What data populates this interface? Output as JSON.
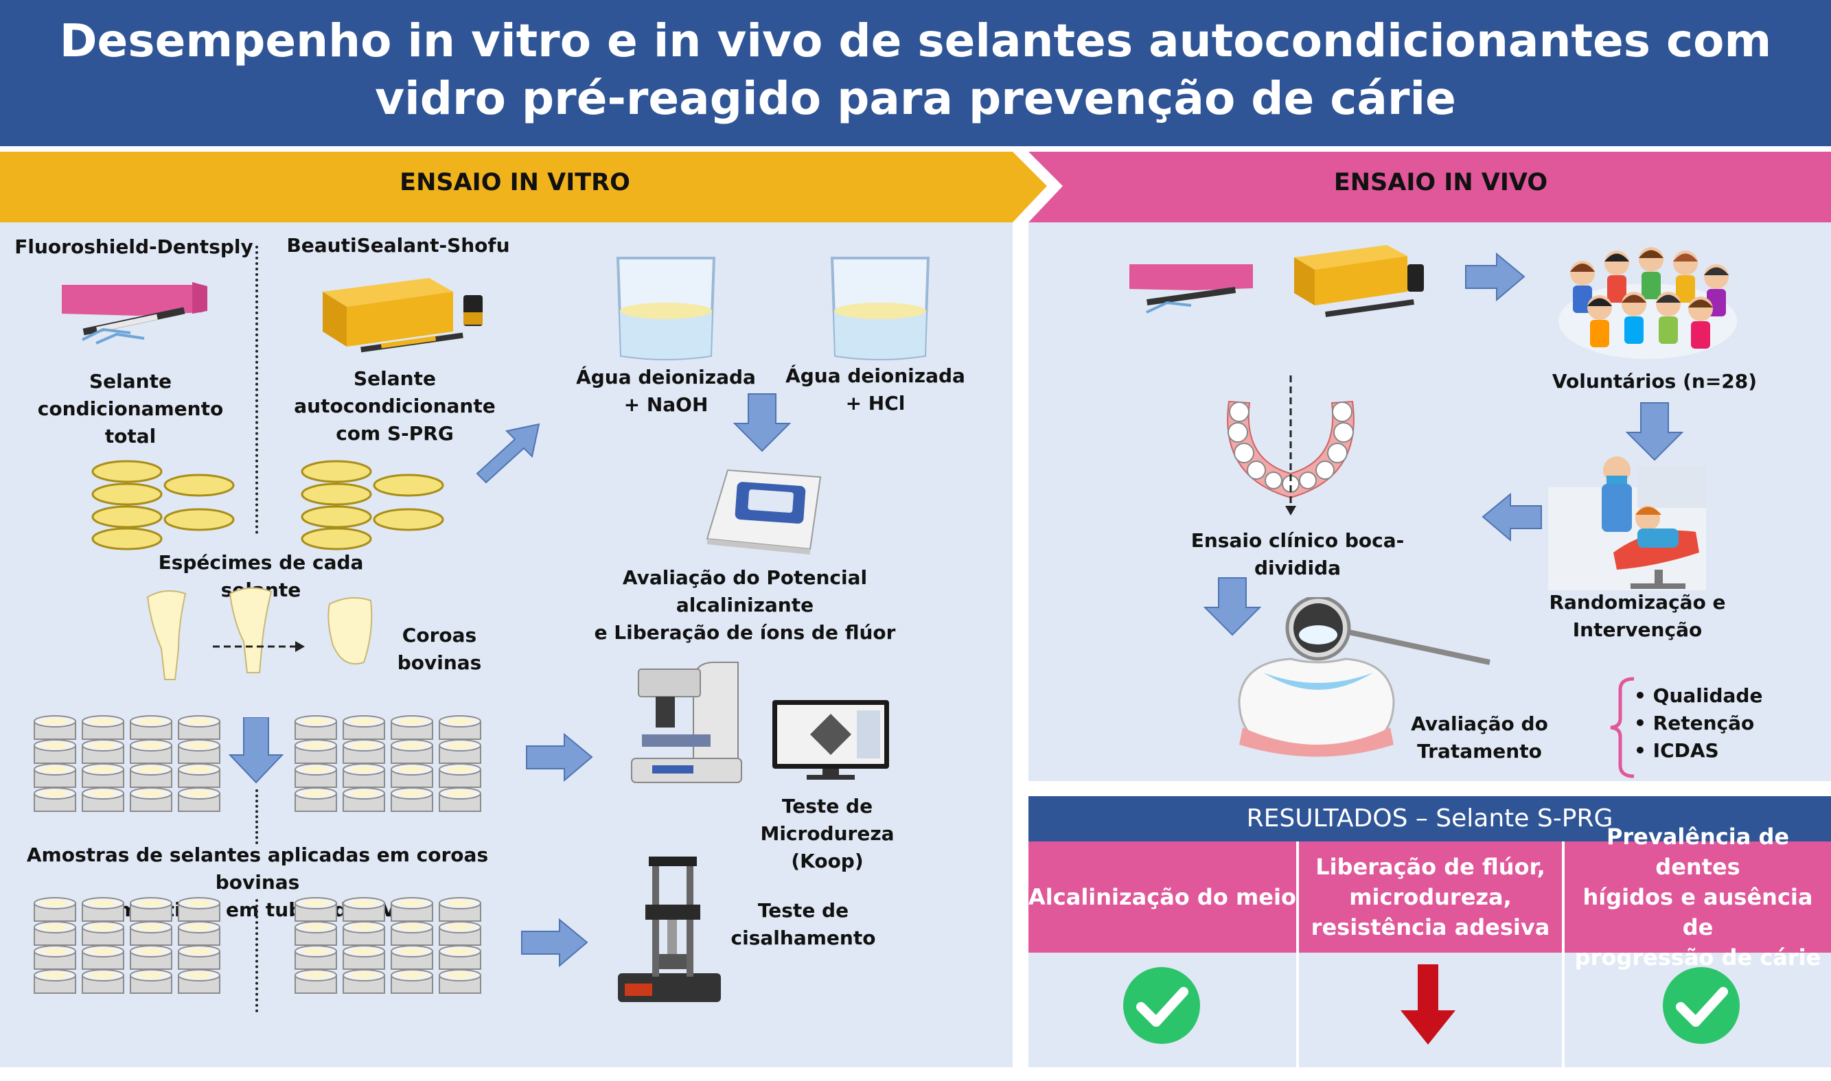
{
  "title": {
    "line1": "Desempenho in vitro e in vivo de selantes autocondicionantes com",
    "line2": "vidro pré-reagido para prevenção de cárie"
  },
  "invitro": {
    "heading": "ENSAIO IN VITRO",
    "product1": "Fluoroshield-Dentsply",
    "product2": "BeautiSealant-Shofu",
    "sealant1": [
      "Selante",
      "condicionamento total"
    ],
    "sealant2": [
      "Selante",
      "autocondicionante",
      "com S-PRG"
    ],
    "specimens": "Espécimes de cada selante",
    "crowns": [
      "Coroas",
      "bovinas"
    ],
    "samples": [
      "Amostras de selantes aplicadas em coroas bovinas",
      "embutidas em tubos de PVC"
    ],
    "beaker1": [
      "Água deionizada",
      "+ NaOH"
    ],
    "beaker2": [
      "Água deionizada",
      "+ HCl"
    ],
    "evaluation": [
      "Avaliação do Potencial alcalinizante",
      "e Liberação de íons de flúor"
    ],
    "microhardness": [
      "Teste de Microdureza",
      "(Koop)"
    ],
    "shear": [
      "Teste de",
      "cisalhamento"
    ]
  },
  "invivo": {
    "heading": "ENSAIO IN VIVO",
    "volunteers": "Voluntários (n=28)",
    "splitmouth": "Ensaio clínico boca-dividida",
    "randomization": [
      "Randomização e",
      "Intervenção"
    ],
    "treatment": "Avaliação do Tratamento",
    "criteria": [
      "Qualidade",
      "Retenção",
      "ICDAS"
    ]
  },
  "results": {
    "heading": "RESULTADOS – Selante S-PRG",
    "columns": [
      {
        "label": [
          "Alcalinização do meio"
        ],
        "outcome": "check"
      },
      {
        "label": [
          "Liberação de flúor,",
          "microdureza,",
          "resistência adesiva"
        ],
        "outcome": "down"
      },
      {
        "label": [
          "Prevalência de dentes",
          "hígidos e ausência de",
          "progressão de cárie"
        ],
        "outcome": "check"
      }
    ]
  },
  "colors": {
    "title_bg": "#2f5597",
    "invitro_ribbon": "#f1b31c",
    "invivo_ribbon": "#e0579a",
    "panel_bg": "#dfe8f4",
    "arrow_blue": "#7c9ed6",
    "check_green": "#2cc46b",
    "down_red": "#c8101a"
  }
}
